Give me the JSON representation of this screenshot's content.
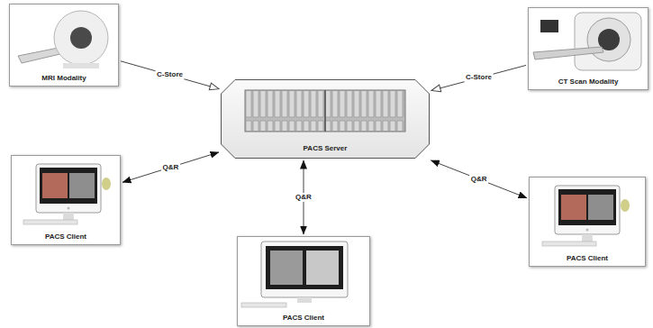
{
  "diagram": {
    "nodes": [
      {
        "text": [
          "MRI Modality"
        ]
      },
      {
        "text": [
          "CT Scan Modality"
        ]
      },
      {
        "text": [
          "PACS Server"
        ]
      },
      {
        "text": [
          "PACS Client"
        ]
      },
      {
        "text": [
          "PACS Client"
        ]
      },
      {
        "text": [
          "PACS Client"
        ]
      }
    ],
    "edges": [
      {
        "from": 0,
        "to": 2,
        "label": "C-Store",
        "arrow": "to"
      },
      {
        "from": 1,
        "to": 2,
        "label": "C-Store",
        "arrow": "to"
      },
      {
        "from": 3,
        "to": 2,
        "label": "Q&R",
        "arrow": "both"
      },
      {
        "from": 4,
        "to": 2,
        "label": "Q&R",
        "arrow": "both"
      },
      {
        "from": 5,
        "to": 2,
        "label": "Q&R",
        "arrow": "both"
      }
    ]
  }
}
